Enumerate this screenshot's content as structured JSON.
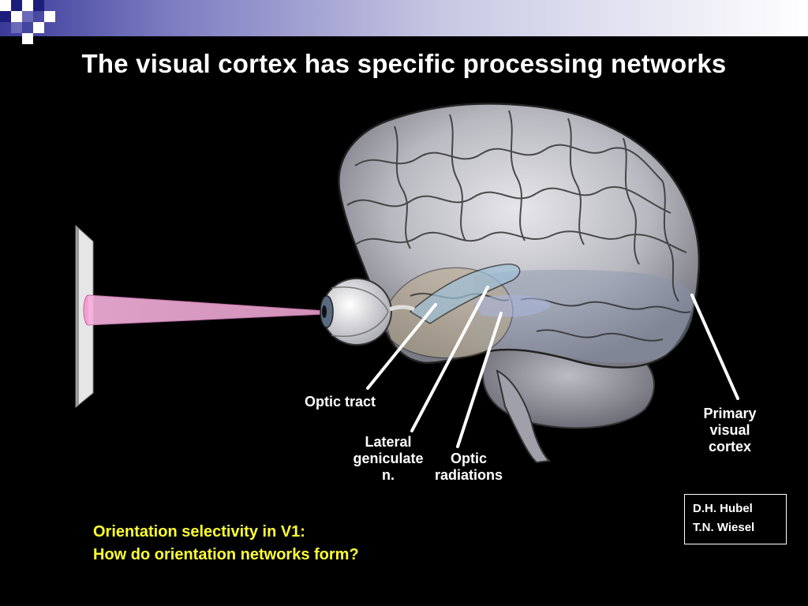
{
  "title": "The visual cortex has specific processing networks",
  "labels": {
    "optic_tract": "Optic tract",
    "lateral_geniculate": [
      "Lateral",
      "geniculate",
      "n."
    ],
    "optic_radiations": [
      "Optic",
      "radiations"
    ],
    "primary_visual_cortex": [
      "Primary",
      "visual",
      "cortex"
    ]
  },
  "question": {
    "line1": "Orientation selectivity in V1:",
    "line2": "How do orientation networks form?"
  },
  "credit": {
    "line1": "D.H. Hubel",
    "line2": "T.N. Wiesel"
  },
  "colors": {
    "background": "#000000",
    "question_text": "#ffff33",
    "light_cone": "#f2a6d6",
    "band_dark": "#3a3a9a"
  }
}
